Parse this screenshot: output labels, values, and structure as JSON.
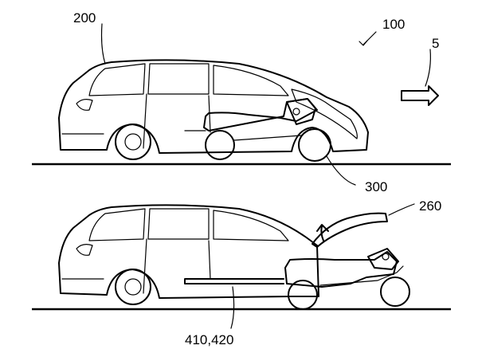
{
  "labels": {
    "system": "100",
    "vehicle": "200",
    "direction": "5",
    "small_vehicle": "300",
    "hood": "260",
    "rails": "410,420"
  }
}
